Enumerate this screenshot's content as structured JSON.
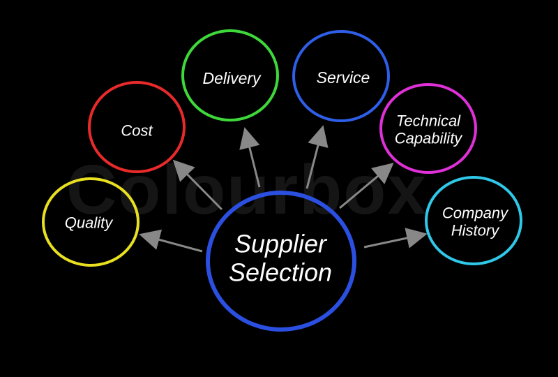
{
  "watermark": "Colourbox",
  "center": {
    "label": "Supplier\nSelection",
    "color": "#2b4fe0"
  },
  "nodes": [
    {
      "label": "Quality",
      "color": "#e8e020"
    },
    {
      "label": "Cost",
      "color": "#e82a2a"
    },
    {
      "label": "Delivery",
      "color": "#3ed83a"
    },
    {
      "label": "Service",
      "color": "#2f5fe8"
    },
    {
      "label": "Technical\nCapability",
      "color": "#e030d8"
    },
    {
      "label": "Company\nHistory",
      "color": "#30c8e8"
    }
  ]
}
